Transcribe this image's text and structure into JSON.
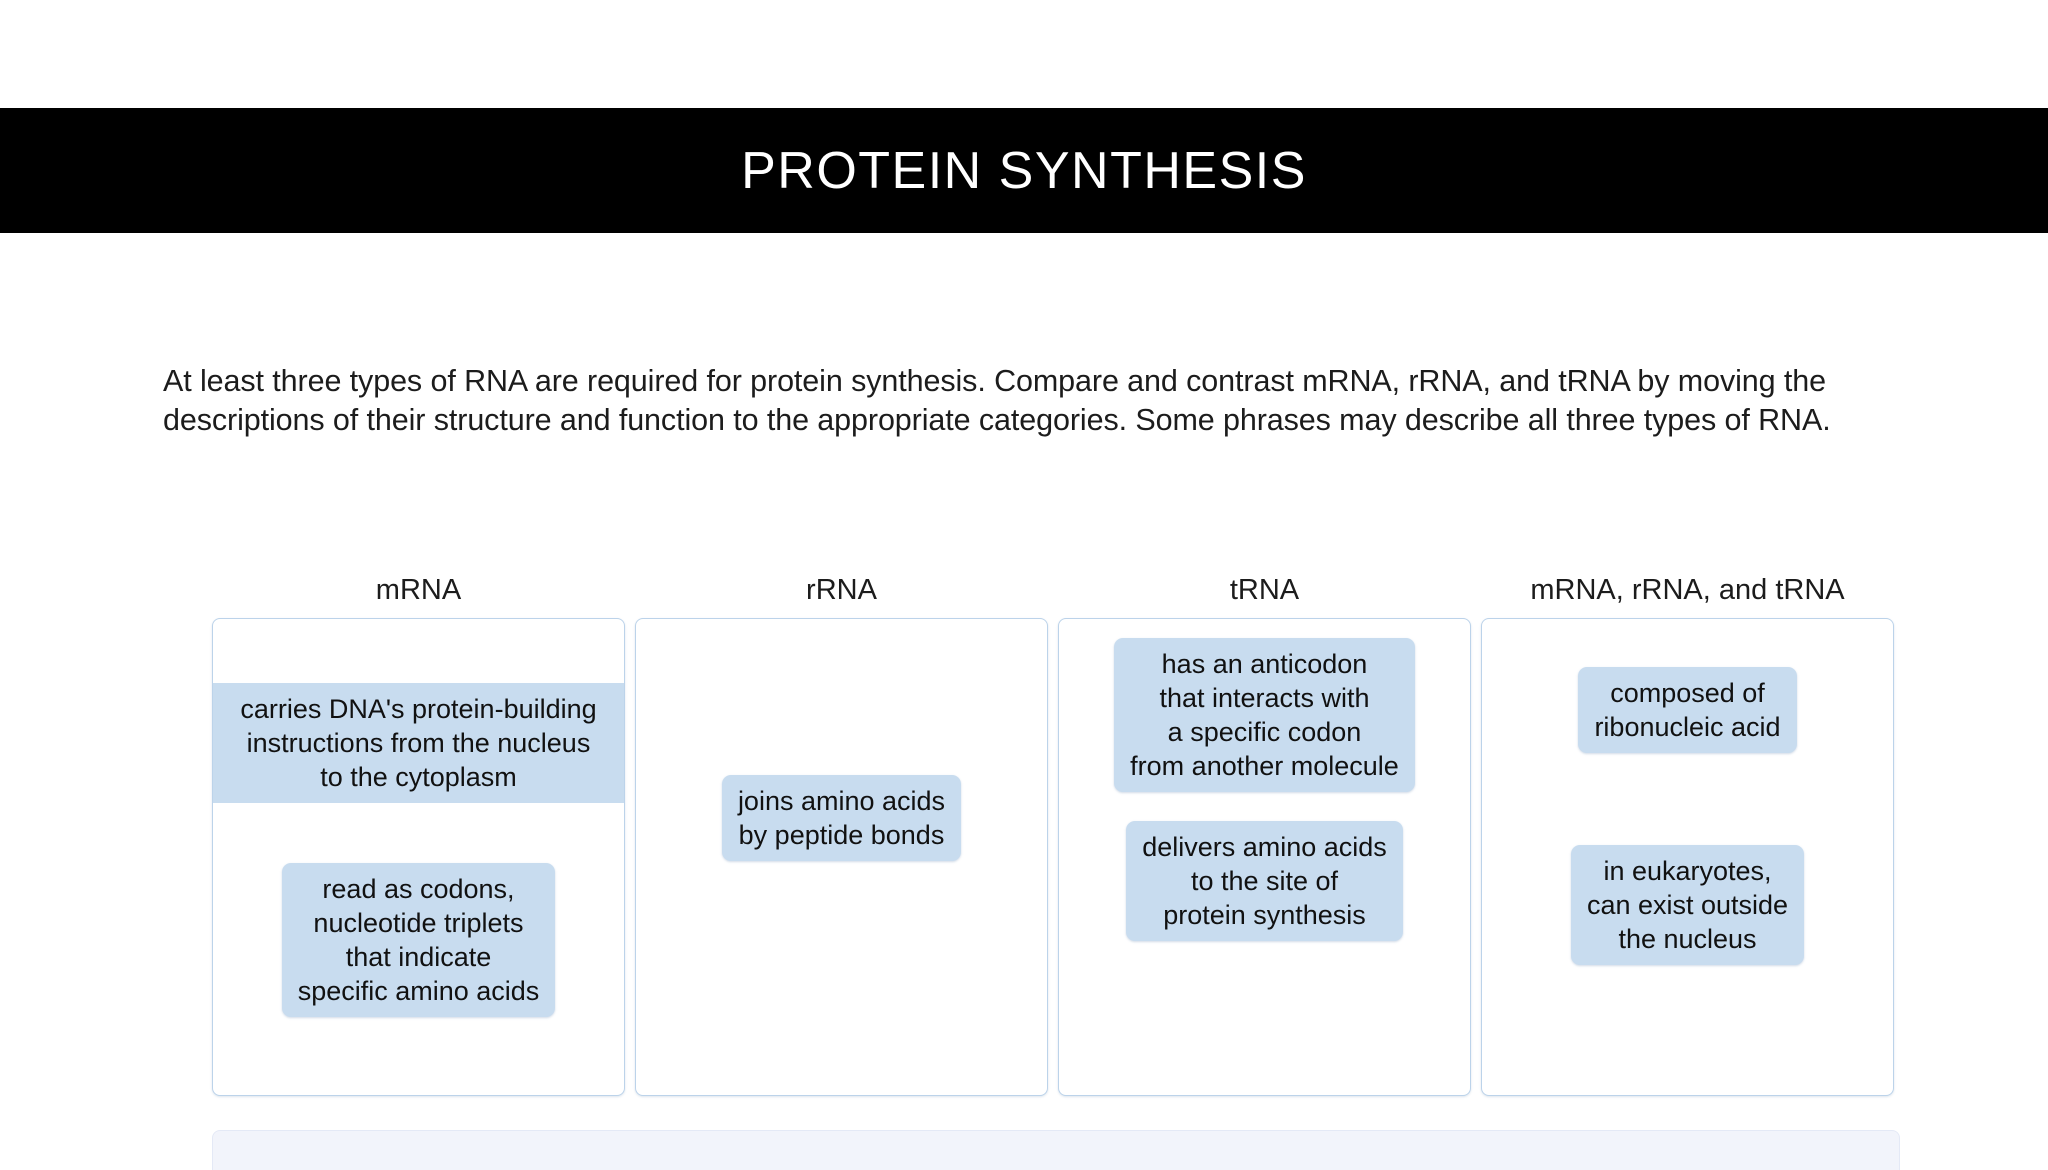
{
  "slide": {
    "title": "PROTEIN SYNTHESIS",
    "instructions": "At least three types of RNA are required for protein synthesis. Compare and contrast mRNA, rRNA, and tRNA by moving the descriptions of their structure and function to the appropriate categories. Some phrases may describe all three types of RNA."
  },
  "colors": {
    "banner_background": "#000000",
    "banner_text": "#ffffff",
    "chip_background": "#c8dcef",
    "column_border": "#bcd3ea",
    "tray_background": "#f2f4fb"
  },
  "columns": [
    {
      "header": "mRNA",
      "chips": [
        "carries DNA's protein-building\ninstructions from the nucleus\nto the cytoplasm",
        "read as codons,\nnucleotide triplets\nthat indicate\nspecific amino acids"
      ]
    },
    {
      "header": "rRNA",
      "chips": [
        "joins amino acids\nby peptide bonds"
      ]
    },
    {
      "header": "tRNA",
      "chips": [
        "has an anticodon\nthat interacts with\na specific codon\nfrom another molecule",
        "delivers amino acids\nto the site of\nprotein synthesis"
      ]
    },
    {
      "header": "mRNA, rRNA, and tRNA",
      "chips": [
        "composed of\nribonucleic acid",
        "in eukaryotes,\ncan exist outside\nthe nucleus"
      ]
    }
  ]
}
